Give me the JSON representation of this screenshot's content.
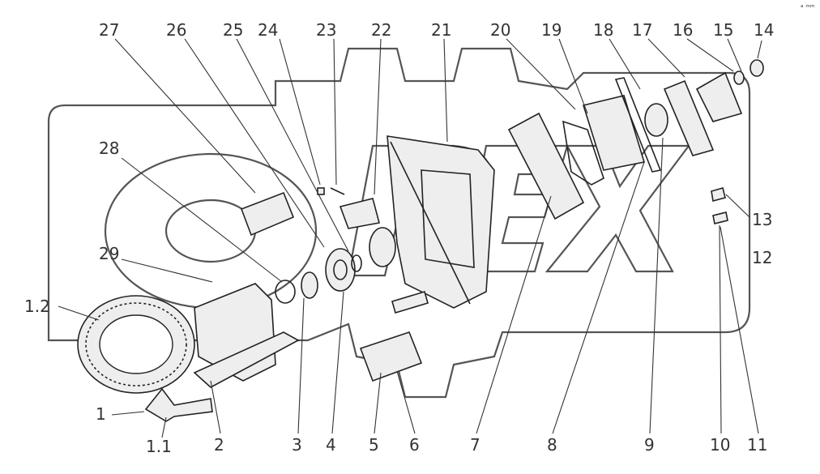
{
  "corner_mark": "ᵃ ᵐᵐ",
  "callouts": {
    "c27": "27",
    "c26": "26",
    "c25": "25",
    "c24": "24",
    "c23": "23",
    "c22": "22",
    "c21": "21",
    "c20": "20",
    "c19": "19",
    "c18": "18",
    "c17": "17",
    "c16": "16",
    "c15": "15",
    "c14": "14",
    "c28": "28",
    "c29": "29",
    "c12_top": "1.2",
    "c13": "13",
    "c12": "12",
    "c1": "1",
    "c11_low": "1.1",
    "c2": "2",
    "c3": "3",
    "c4": "4",
    "c5": "5",
    "c6": "6",
    "c7": "7",
    "c8": "8",
    "c9": "9",
    "c10": "10",
    "c11": "11"
  }
}
